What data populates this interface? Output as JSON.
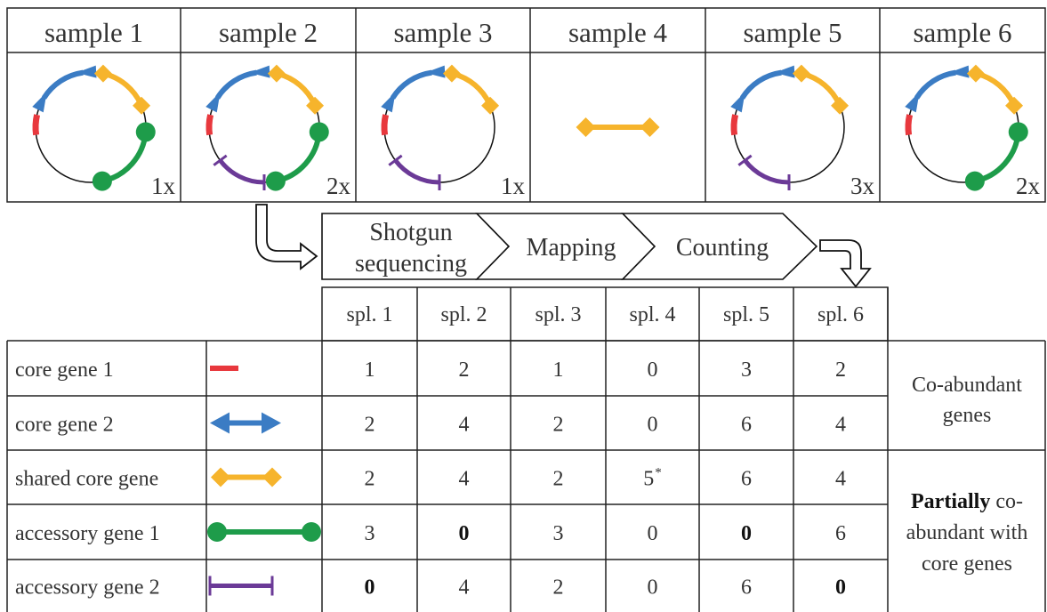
{
  "samples": [
    {
      "header": "sample 1",
      "multiplicity": "1x",
      "genes": [
        "core-gene-1",
        "core-gene-2",
        "shared-core-gene",
        "accessory-gene-1"
      ]
    },
    {
      "header": "sample 2",
      "multiplicity": "2x",
      "genes": [
        "core-gene-1",
        "core-gene-2",
        "shared-core-gene",
        "accessory-gene-1",
        "accessory-gene-2"
      ]
    },
    {
      "header": "sample 3",
      "multiplicity": "1x",
      "genes": [
        "core-gene-1",
        "core-gene-2",
        "shared-core-gene",
        "accessory-gene-2"
      ]
    },
    {
      "header": "sample 4",
      "multiplicity": "",
      "genes": [
        "shared-core-gene"
      ]
    },
    {
      "header": "sample 5",
      "multiplicity": "3x",
      "genes": [
        "core-gene-1",
        "core-gene-2",
        "shared-core-gene",
        "accessory-gene-2"
      ]
    },
    {
      "header": "sample 6",
      "multiplicity": "2x",
      "genes": [
        "core-gene-1",
        "core-gene-2",
        "shared-core-gene",
        "accessory-gene-1"
      ]
    }
  ],
  "pipeline": {
    "steps": [
      {
        "lines": [
          "Shotgun",
          "sequencing"
        ]
      },
      {
        "lines": [
          "Mapping"
        ]
      },
      {
        "lines": [
          "Counting"
        ]
      }
    ]
  },
  "table": {
    "columns": [
      "spl. 1",
      "spl. 2",
      "spl. 3",
      "spl. 4",
      "spl. 5",
      "spl. 6"
    ],
    "rows": [
      {
        "label": "core gene 1",
        "icon": "red-bar-icon",
        "color": "#e8383d",
        "values": [
          "1",
          "2",
          "1",
          "0",
          "3",
          "2"
        ],
        "bold": [
          false,
          false,
          false,
          false,
          false,
          false
        ],
        "superscript": [
          "",
          "",
          "",
          "",
          "",
          ""
        ]
      },
      {
        "label": "core gene 2",
        "icon": "blue-double-arrow-icon",
        "color": "#3b7cc4",
        "values": [
          "2",
          "4",
          "2",
          "0",
          "6",
          "4"
        ],
        "bold": [
          false,
          false,
          false,
          false,
          false,
          false
        ],
        "superscript": [
          "",
          "",
          "",
          "",
          "",
          ""
        ]
      },
      {
        "label": "shared core gene",
        "icon": "yellow-diamond-ended-icon",
        "color": "#f6b42c",
        "values": [
          "2",
          "4",
          "2",
          "5",
          "6",
          "4"
        ],
        "bold": [
          false,
          false,
          false,
          false,
          false,
          false
        ],
        "superscript": [
          "",
          "",
          "",
          "*",
          "",
          ""
        ]
      },
      {
        "label": "accessory gene 1",
        "icon": "green-dumbbell-icon",
        "color": "#1e9c4a",
        "values": [
          "3",
          "0",
          "3",
          "0",
          "0",
          "6"
        ],
        "bold": [
          false,
          true,
          false,
          false,
          true,
          false
        ],
        "superscript": [
          "",
          "",
          "",
          "",
          "",
          ""
        ]
      },
      {
        "label": "accessory gene 2",
        "icon": "purple-bracket-icon",
        "color": "#6b3a97",
        "values": [
          "0",
          "4",
          "2",
          "0",
          "6",
          "0"
        ],
        "bold": [
          true,
          false,
          false,
          false,
          false,
          true
        ],
        "superscript": [
          "",
          "",
          "",
          "",
          "",
          ""
        ]
      }
    ],
    "groups": [
      {
        "lines": [
          {
            "parts": [
              {
                "text": "Co-abundant",
                "bold": false
              }
            ]
          },
          {
            "parts": [
              {
                "text": "genes",
                "bold": false
              }
            ]
          }
        ]
      },
      {
        "lines": [
          {
            "parts": [
              {
                "text": "Partially",
                "bold": true
              },
              {
                "text": " co-",
                "bold": false
              }
            ]
          },
          {
            "parts": [
              {
                "text": "abundant with",
                "bold": false
              }
            ]
          },
          {
            "parts": [
              {
                "text": "core genes",
                "bold": false
              }
            ]
          }
        ]
      }
    ]
  },
  "colors": {
    "core_gene_1": "#e8383d",
    "core_gene_2": "#3b7cc4",
    "shared_core_gene": "#f6b42c",
    "accessory_gene_1": "#1e9c4a",
    "accessory_gene_2": "#6b3a97",
    "border": "#222222"
  }
}
